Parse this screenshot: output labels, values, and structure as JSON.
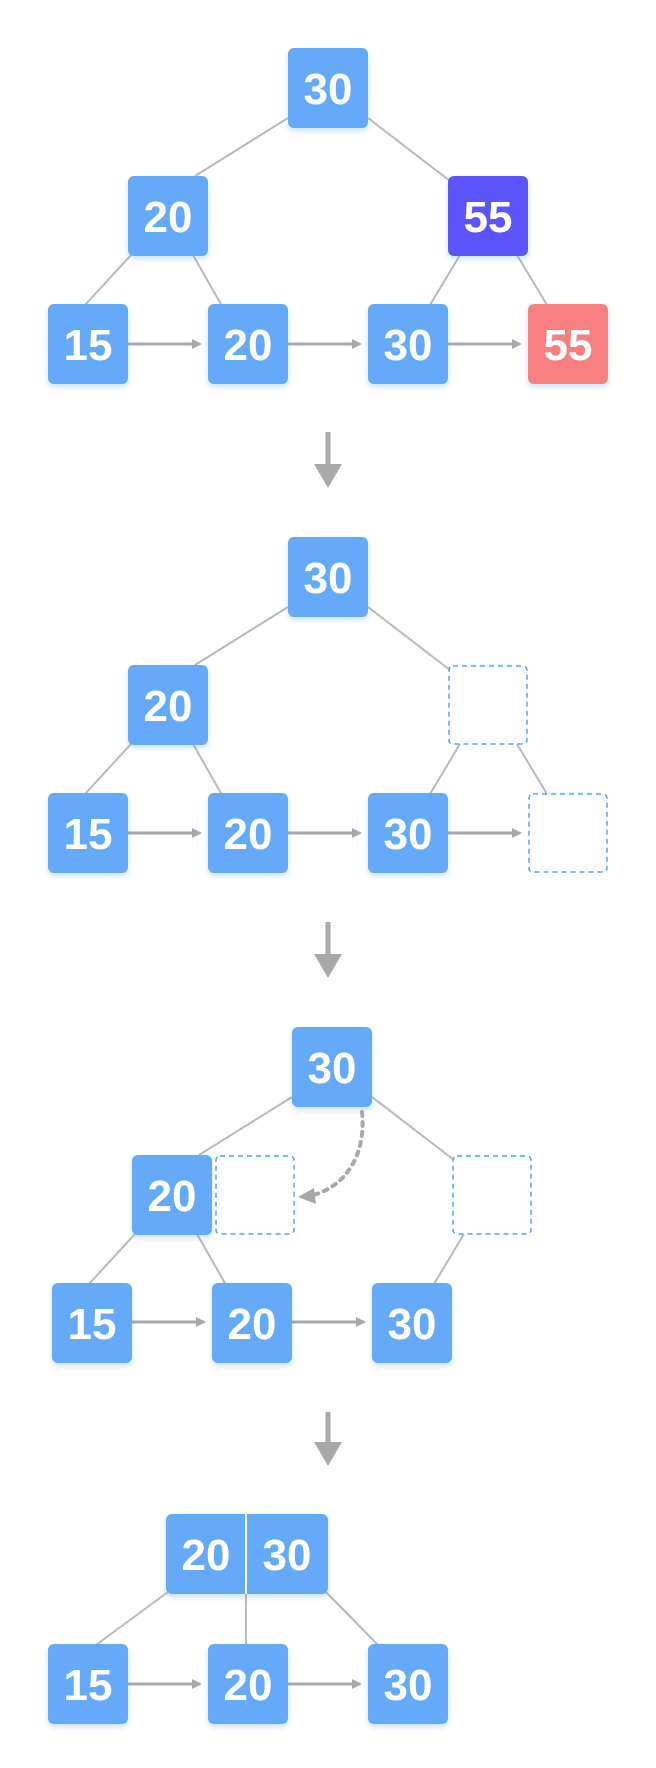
{
  "colors": {
    "node": "#64aaf8",
    "highlight_node": "#5b56fb",
    "leaf_delete": "#f67f7f",
    "edge": "#b9b9b9",
    "arrow": "#a8a8a8",
    "empty_slot": "#54a0ff"
  },
  "stages": [
    {
      "internal": {
        "root": "30",
        "left": "20",
        "right": "55"
      },
      "leaves": [
        "15",
        "20",
        "30",
        "55"
      ]
    },
    {
      "internal": {
        "root": "30",
        "left": "20",
        "right": ""
      },
      "leaves": [
        "15",
        "20",
        "30",
        ""
      ]
    },
    {
      "internal": {
        "root": "30",
        "left": "20",
        "right": ""
      },
      "leaves": [
        "15",
        "20",
        "30"
      ]
    },
    {
      "internal": {
        "root": [
          "20",
          "30"
        ]
      },
      "leaves": [
        "15",
        "20",
        "30"
      ]
    }
  ]
}
